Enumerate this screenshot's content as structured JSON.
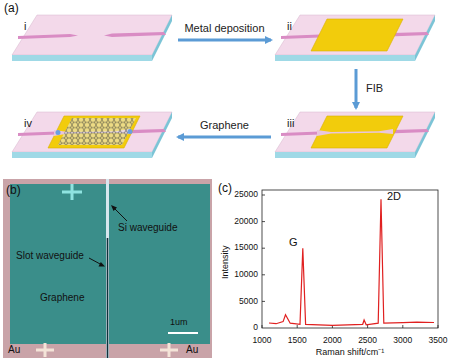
{
  "diagram": {
    "nodes": [
      {
        "text": [
          "i"
        ]
      },
      {
        "text": [
          "ii"
        ]
      },
      {
        "text": [
          "iii"
        ]
      },
      {
        "text": [
          "iv"
        ]
      }
    ],
    "edges": [
      {
        "from": 0,
        "to": 1,
        "label": "Metal deposition",
        "arrow": "to"
      },
      {
        "from": 1,
        "to": 2,
        "label": "FIB",
        "arrow": "to"
      },
      {
        "from": 2,
        "to": 3,
        "label": "Graphene",
        "arrow": "to"
      }
    ],
    "labels": [
      "(a)",
      "(b)",
      "Si waveguide",
      "Slot waveguide",
      "Graphene",
      "Au",
      "Au",
      "1um",
      "(c)",
      "25000",
      "20000",
      "15000",
      "10000",
      "5000",
      "0",
      "1000",
      "1500",
      "2000",
      "2500",
      "3000",
      "3500",
      "G",
      "2D",
      "Intensity",
      "Raman shift/cm⁻¹"
    ]
  }
}
